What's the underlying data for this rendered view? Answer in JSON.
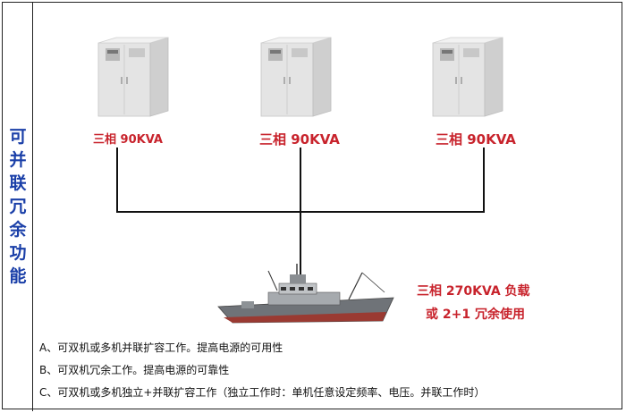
{
  "sidebar": {
    "chars": [
      "可",
      "并",
      "联",
      "冗",
      "余",
      "功",
      "能"
    ]
  },
  "units": [
    {
      "label": "三相 90KVA"
    },
    {
      "label": "三相 90KVA"
    },
    {
      "label": "三相 90KVA"
    }
  ],
  "load": {
    "line1": "三相 270KVA 负载",
    "line2": "或 2+1 冗余使用"
  },
  "notes": [
    "A、可双机或多机并联扩容工作。提高电源的可用性",
    "B、可双机冗余工作。提高电源的可靠性",
    "C、可双机或多机独立+并联扩容工作（独立工作时：单机任意设定频率、电压。并联工作时）"
  ],
  "colors": {
    "accent_red": "#c8232c",
    "sidebar_blue": "#1a3fa8"
  },
  "icons": [
    "power-cabinet-icon",
    "ship-icon"
  ]
}
